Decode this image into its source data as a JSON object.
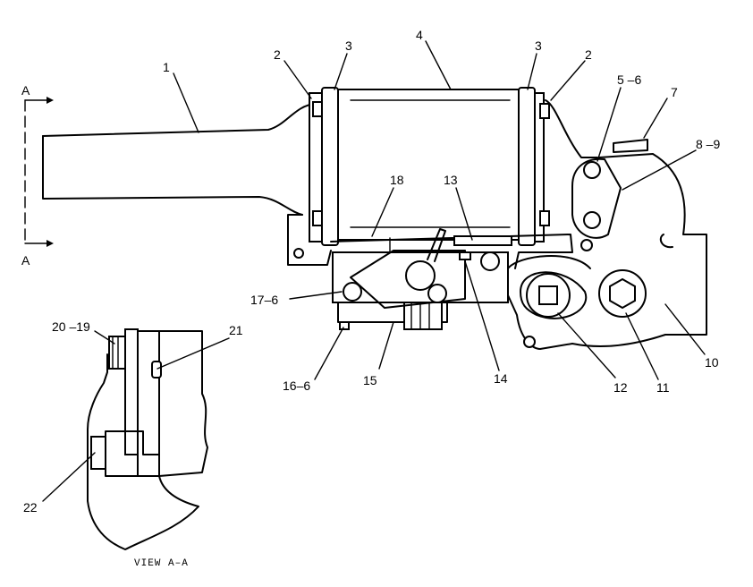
{
  "callouts": {
    "c1": "1",
    "c2_left": "2",
    "c3_left": "3",
    "c4": "4",
    "c3_right": "3",
    "c2_right": "2",
    "c5_6": "5 –6",
    "c7": "7",
    "c8_9": "8 –9",
    "c18": "18",
    "c13": "13",
    "c17_6": "17–6",
    "c16_6": "16–6",
    "c15": "15",
    "c14": "14",
    "c12": "12",
    "c11": "11",
    "c10": "10",
    "c20_19": "20 –19",
    "c21": "21",
    "c22": "22"
  },
  "section_markers": {
    "top": "A",
    "bottom": "A"
  },
  "view_caption": "VIEW  A–A"
}
